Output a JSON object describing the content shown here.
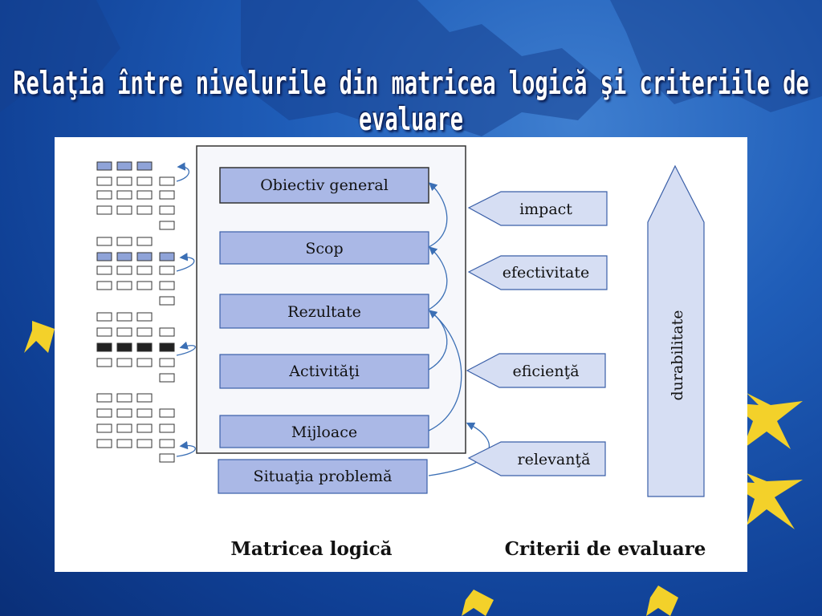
{
  "title": "Relaţia  între nivelurile din matricea logică şi criteriile de evaluare",
  "diagram": {
    "levels": [
      "Obiectiv general",
      "Scop",
      "Rezultate",
      "Activităţi",
      "Mijloace"
    ],
    "situation": "Situaţia problemă",
    "criteria": [
      "impact",
      "efectivitate",
      "eficienţă",
      "relevanţă"
    ],
    "vertical_criterion": "durabilitate",
    "left_caption": "Matricea logică",
    "right_caption": "Criterii de evaluare"
  },
  "colors": {
    "box_fill": "#aab8e6",
    "box_border": "#3a5fa8",
    "arrow": "#3b6fb5",
    "grid_highlight": "#8fa3d8",
    "grid_dark": "#222222",
    "slide_bg": "#1f5db8"
  }
}
